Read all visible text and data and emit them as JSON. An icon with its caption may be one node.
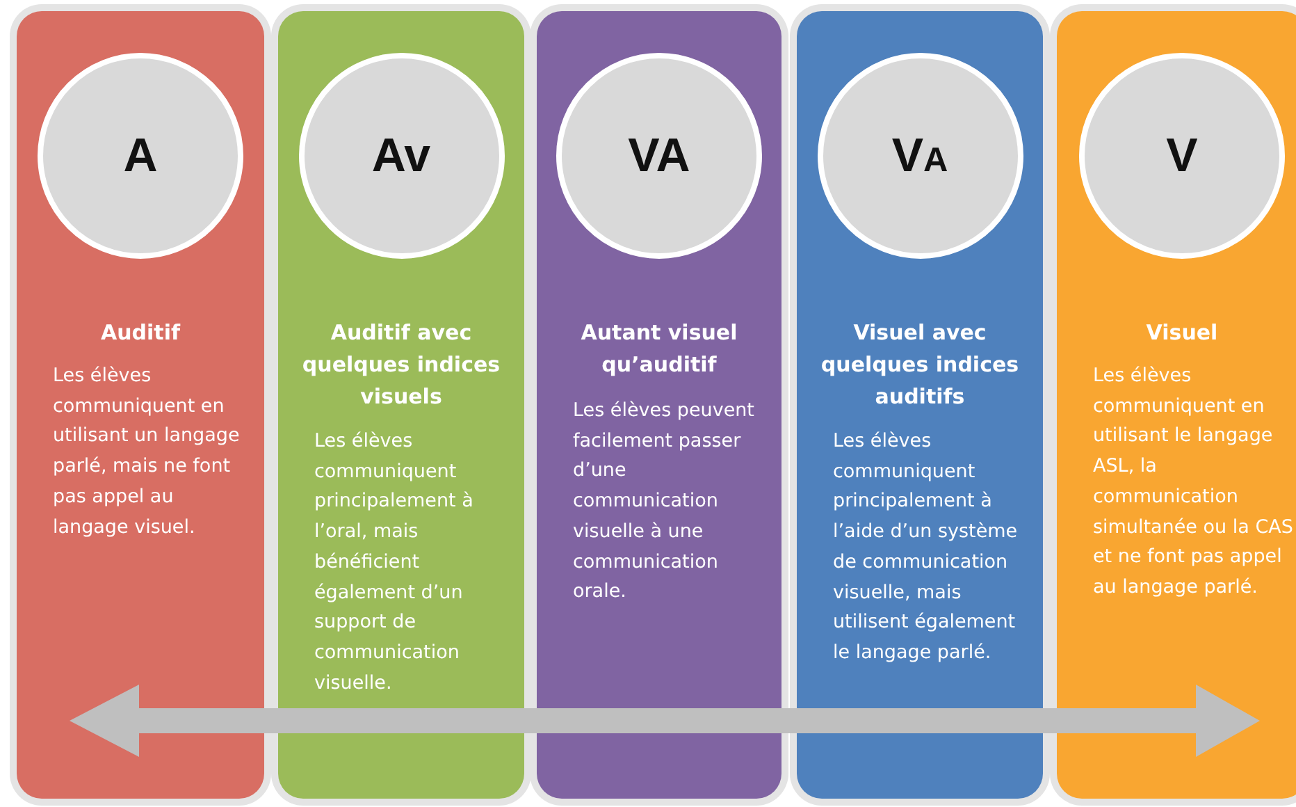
{
  "diagram": {
    "nodes": [
      {
        "text": [
          "Auditif",
          "Les élèves communiquent en utilisant un langage parlé, mais ne font pas appel au langage visuel."
        ]
      },
      {
        "text": [
          "A"
        ],
        "in": 0
      },
      {
        "text": [
          "Auditif avec quelques indices visuels",
          "Les élèves communiquent principalement à l’oral, mais bénéficient également d’un support de communication visuelle."
        ]
      },
      {
        "text": [
          "Av"
        ],
        "in": 2
      },
      {
        "text": [
          "Autant visuel qu’auditif",
          "Les élèves peuvent facilement passer d’une communication visuelle à une communication orale."
        ]
      },
      {
        "text": [
          "VA"
        ],
        "in": 4
      },
      {
        "text": [
          "Visuel avec quelques indices auditifs",
          "Les élèves communiquent principalement à l’aide d’un système de communication visuelle, mais utilisent également le langage parlé."
        ]
      },
      {
        "text": [
          "V$_{A}$"
        ],
        "in": 6
      },
      {
        "text": [
          "Visuel",
          "Les élèves communiquent en utilisant le langage ASL, la communication simultanée ou la CAS et ne font pas appel au langage parlé."
        ]
      },
      {
        "text": [
          "V"
        ],
        "in": 8
      }
    ],
    "edges": []
  }
}
